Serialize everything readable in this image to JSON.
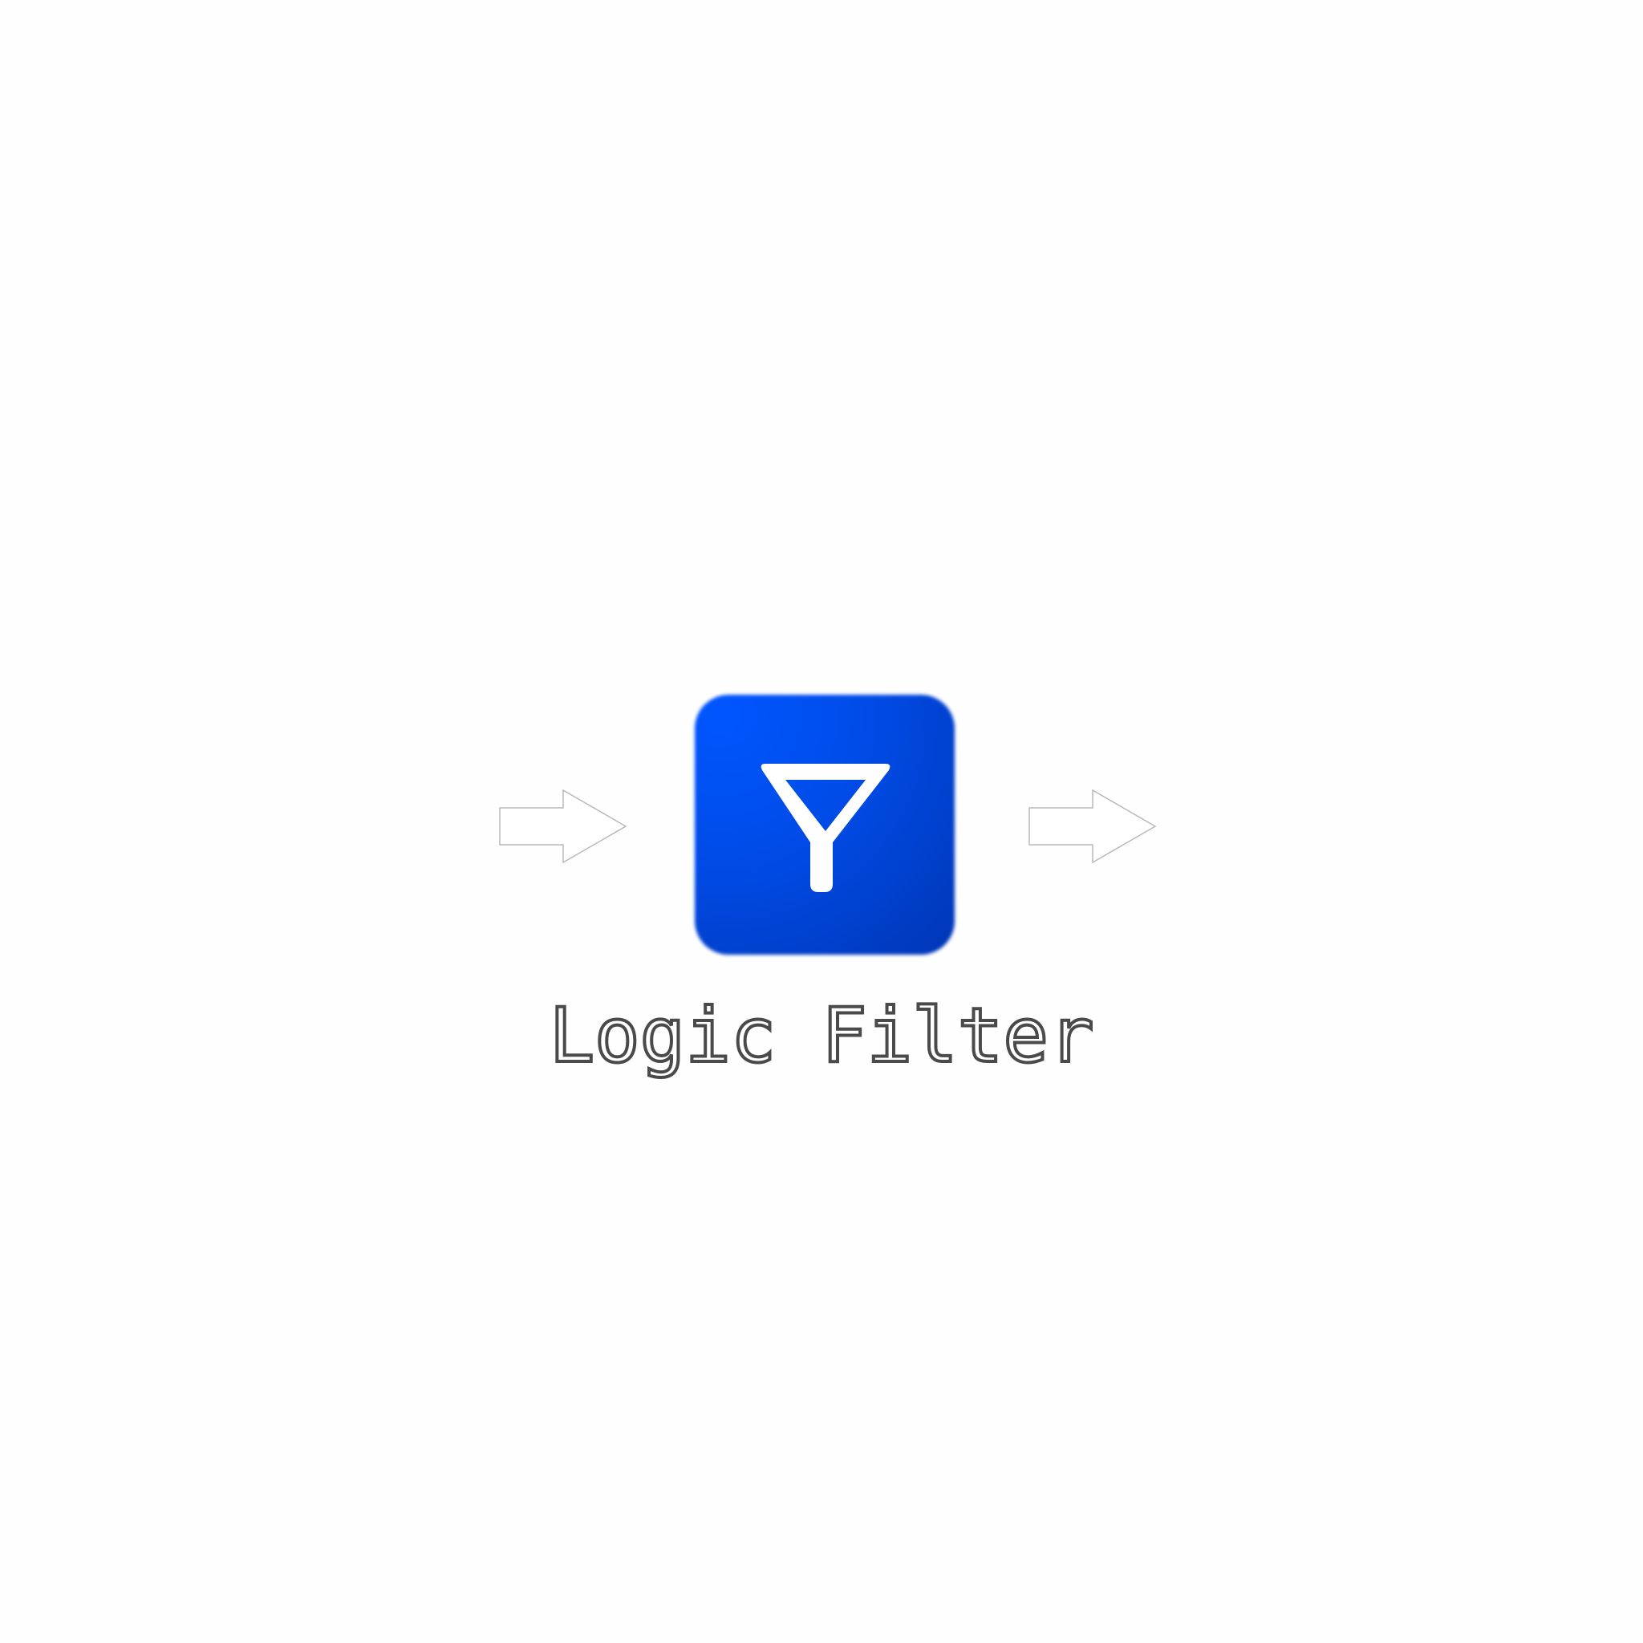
{
  "diagram": {
    "title": "Logic Filter",
    "colors": {
      "box_light": "#0056ff",
      "box_dark": "#0036b5",
      "icon": "#ffffff",
      "arrow_stroke": "#b8b8b8",
      "label_stroke": "#4a4a4a",
      "background": "#fefefe"
    },
    "icon": "funnel-filter-icon",
    "flow": [
      "input-arrow",
      "filter-node",
      "output-arrow"
    ]
  }
}
